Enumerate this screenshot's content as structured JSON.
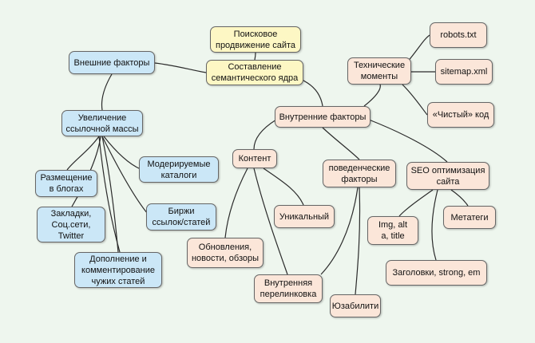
{
  "colors": {
    "background": "#eef6ee",
    "blue_node": "#cbe7f7",
    "peach_node": "#fbe6d9",
    "yellow_node": "#fdf7c4",
    "connector": "#2b2b2b"
  },
  "nodes": {
    "search_promotion": "Поисковое\nпродвижение сайта",
    "semantic_core": "Составление\nсемантического ядра",
    "external_factors": "Внешние факторы",
    "link_mass": "Увеличение\nссылочной массы",
    "blog_posting": "Размещение\nв блогах",
    "bookmarks": "Закладки,\nСоц.сети,\nTwitter",
    "commenting": "Дополнение и\nкомментирование\nчужих статей",
    "moderated_catalogs": "Модерируемые\nкаталоги",
    "link_exchanges": "Биржи\nссылок/статей",
    "internal_factors": "Внутренние факторы",
    "technical_moments": "Технические\nмоменты",
    "robots_txt": "robots.txt",
    "sitemap_xml": "sitemap.xml",
    "clean_code": "«Чистый» код",
    "content": "Контент",
    "unique": "Уникальный",
    "updates": "Обновления,\nновости, обзоры",
    "internal_linking": "Внутренняя\nперелинковка",
    "behavioral": "поведенческие\nфакторы",
    "usability": "Юзабилити",
    "seo_optimization": "SEO оптимизация\nсайта",
    "img_alt": "Img, alt\na, title",
    "meta_tags": "Метатеги",
    "headings": "Заголовки, strong, em"
  }
}
